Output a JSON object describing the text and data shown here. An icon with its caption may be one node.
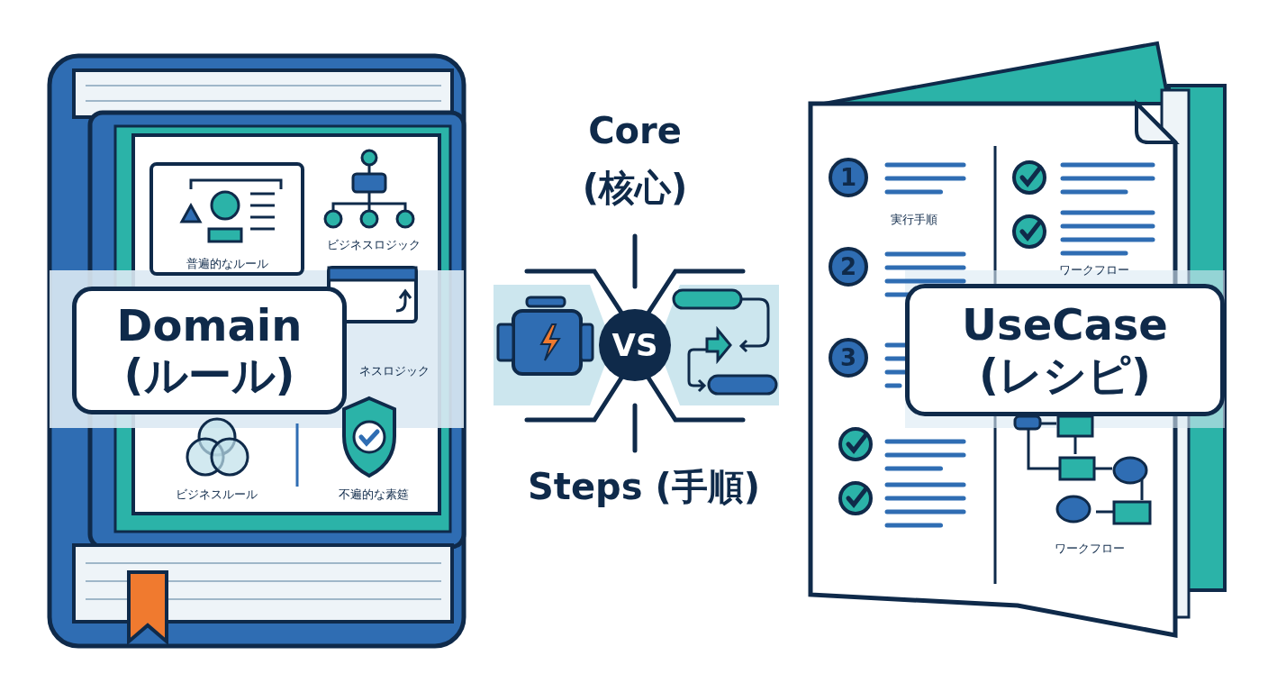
{
  "diagram": {
    "nodes": [
      {
        "text": [
          "Domain",
          "(ルール)"
        ]
      },
      {
        "text": [
          "VS"
        ]
      },
      {
        "text": [
          "UseCase",
          "(レシピ)"
        ]
      }
    ],
    "labels": [
      "Core",
      "(核心)",
      "普遍的なルール",
      "ビジネスロジック",
      "ネスロジック",
      "ビジネスルール",
      "不遍的な素筵",
      "Steps (手順)",
      "1",
      "実行手順",
      "2",
      "ワークフロー",
      "3",
      "ワークフロー"
    ]
  }
}
